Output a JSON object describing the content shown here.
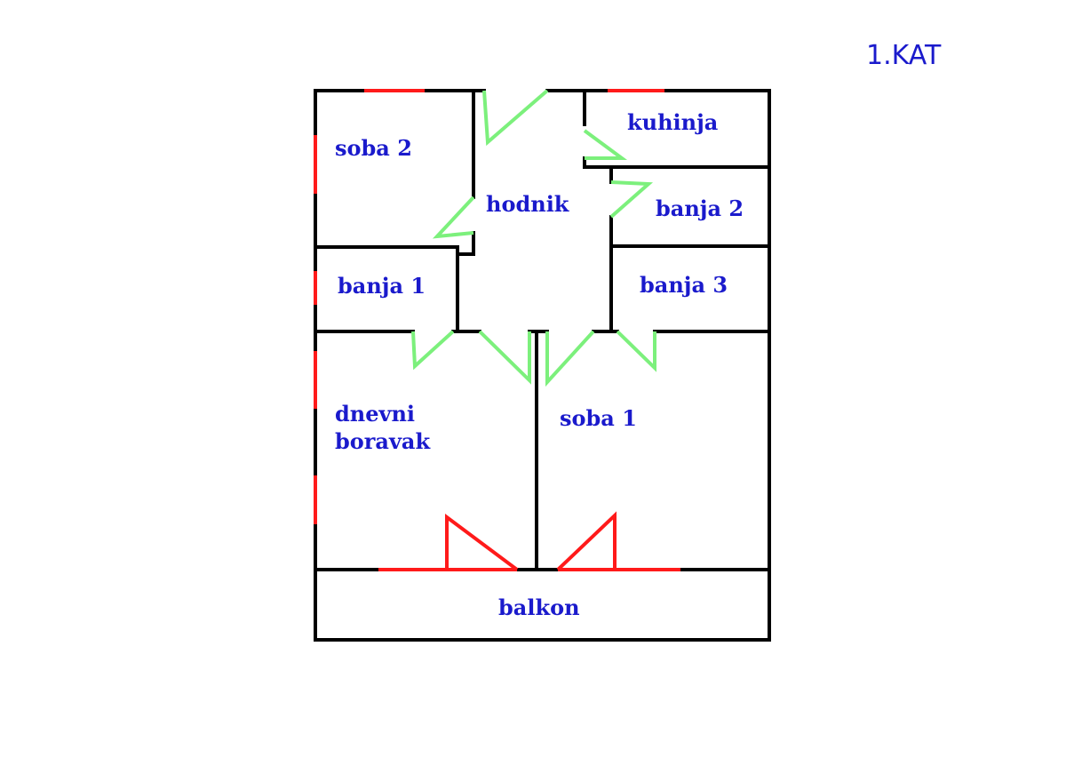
{
  "floor_label": "1.KAT",
  "colors": {
    "wall": "#000000",
    "window": "#ff1a1a",
    "door": "#7cf07c",
    "label": "#1a1acc",
    "background": "#ffffff"
  },
  "legend_semantics": {
    "window_icon": "window-marks",
    "door_icon": "door-swing-marks"
  },
  "rooms": {
    "soba2": "soba 2",
    "kuhinja": "kuhinja",
    "hodnik": "hodnik",
    "banja2": "banja 2",
    "banja1": "banja 1",
    "banja3": "banja 3",
    "dnevni_line1": "dnevni",
    "dnevni_line2": "boravak",
    "soba1": "soba 1",
    "balkon": "balkon"
  }
}
